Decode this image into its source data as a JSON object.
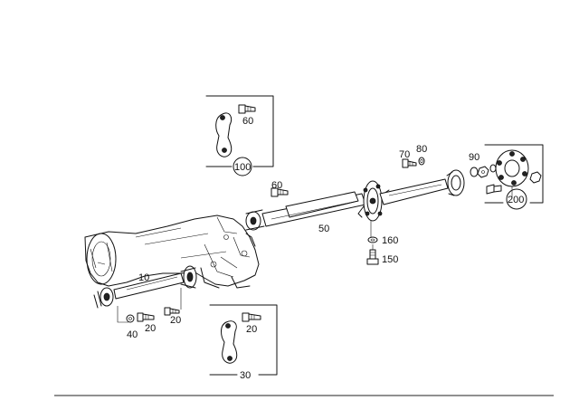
{
  "callouts": {
    "c10": "10",
    "c20a": "20",
    "c20b": "20",
    "c20c": "20",
    "c30": "30",
    "c40": "40",
    "c50": "50",
    "c60a": "60",
    "c60b": "60",
    "c70": "70",
    "c80": "80",
    "c90": "90",
    "c100": "100",
    "c150": "150",
    "c160": "160",
    "c200": "200"
  }
}
